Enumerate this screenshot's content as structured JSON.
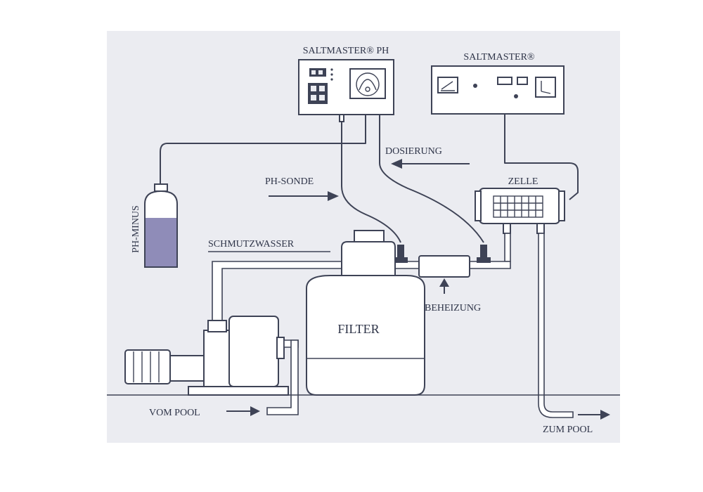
{
  "labels": {
    "saltmaster_ph": "SALTMASTER® PH",
    "saltmaster": "SALTMASTER®",
    "dosierung": "DOSIERUNG",
    "ph_sonde": "PH-SONDE",
    "zelle": "ZELLE",
    "ph_minus": "PH-MINUS",
    "schmutzwasser": "SCHMUTZWASSER",
    "filter": "FILTER",
    "beheizung": "BEHEIZUNG",
    "vom_pool": "VOM POOL",
    "zum_pool": "ZUM POOL"
  },
  "colors": {
    "panel": "#ebecf1",
    "line": "#3e4356",
    "text": "#2e3448",
    "liquid": "#8f8cb8"
  },
  "icons": {
    "ph_display": "digital-display-icon",
    "ph_buttons": "keypad-icon",
    "ph_pump": "peristaltic-pump-icon",
    "salt_meter": "analog-meter-icon",
    "salt_timer": "clock-icon"
  }
}
